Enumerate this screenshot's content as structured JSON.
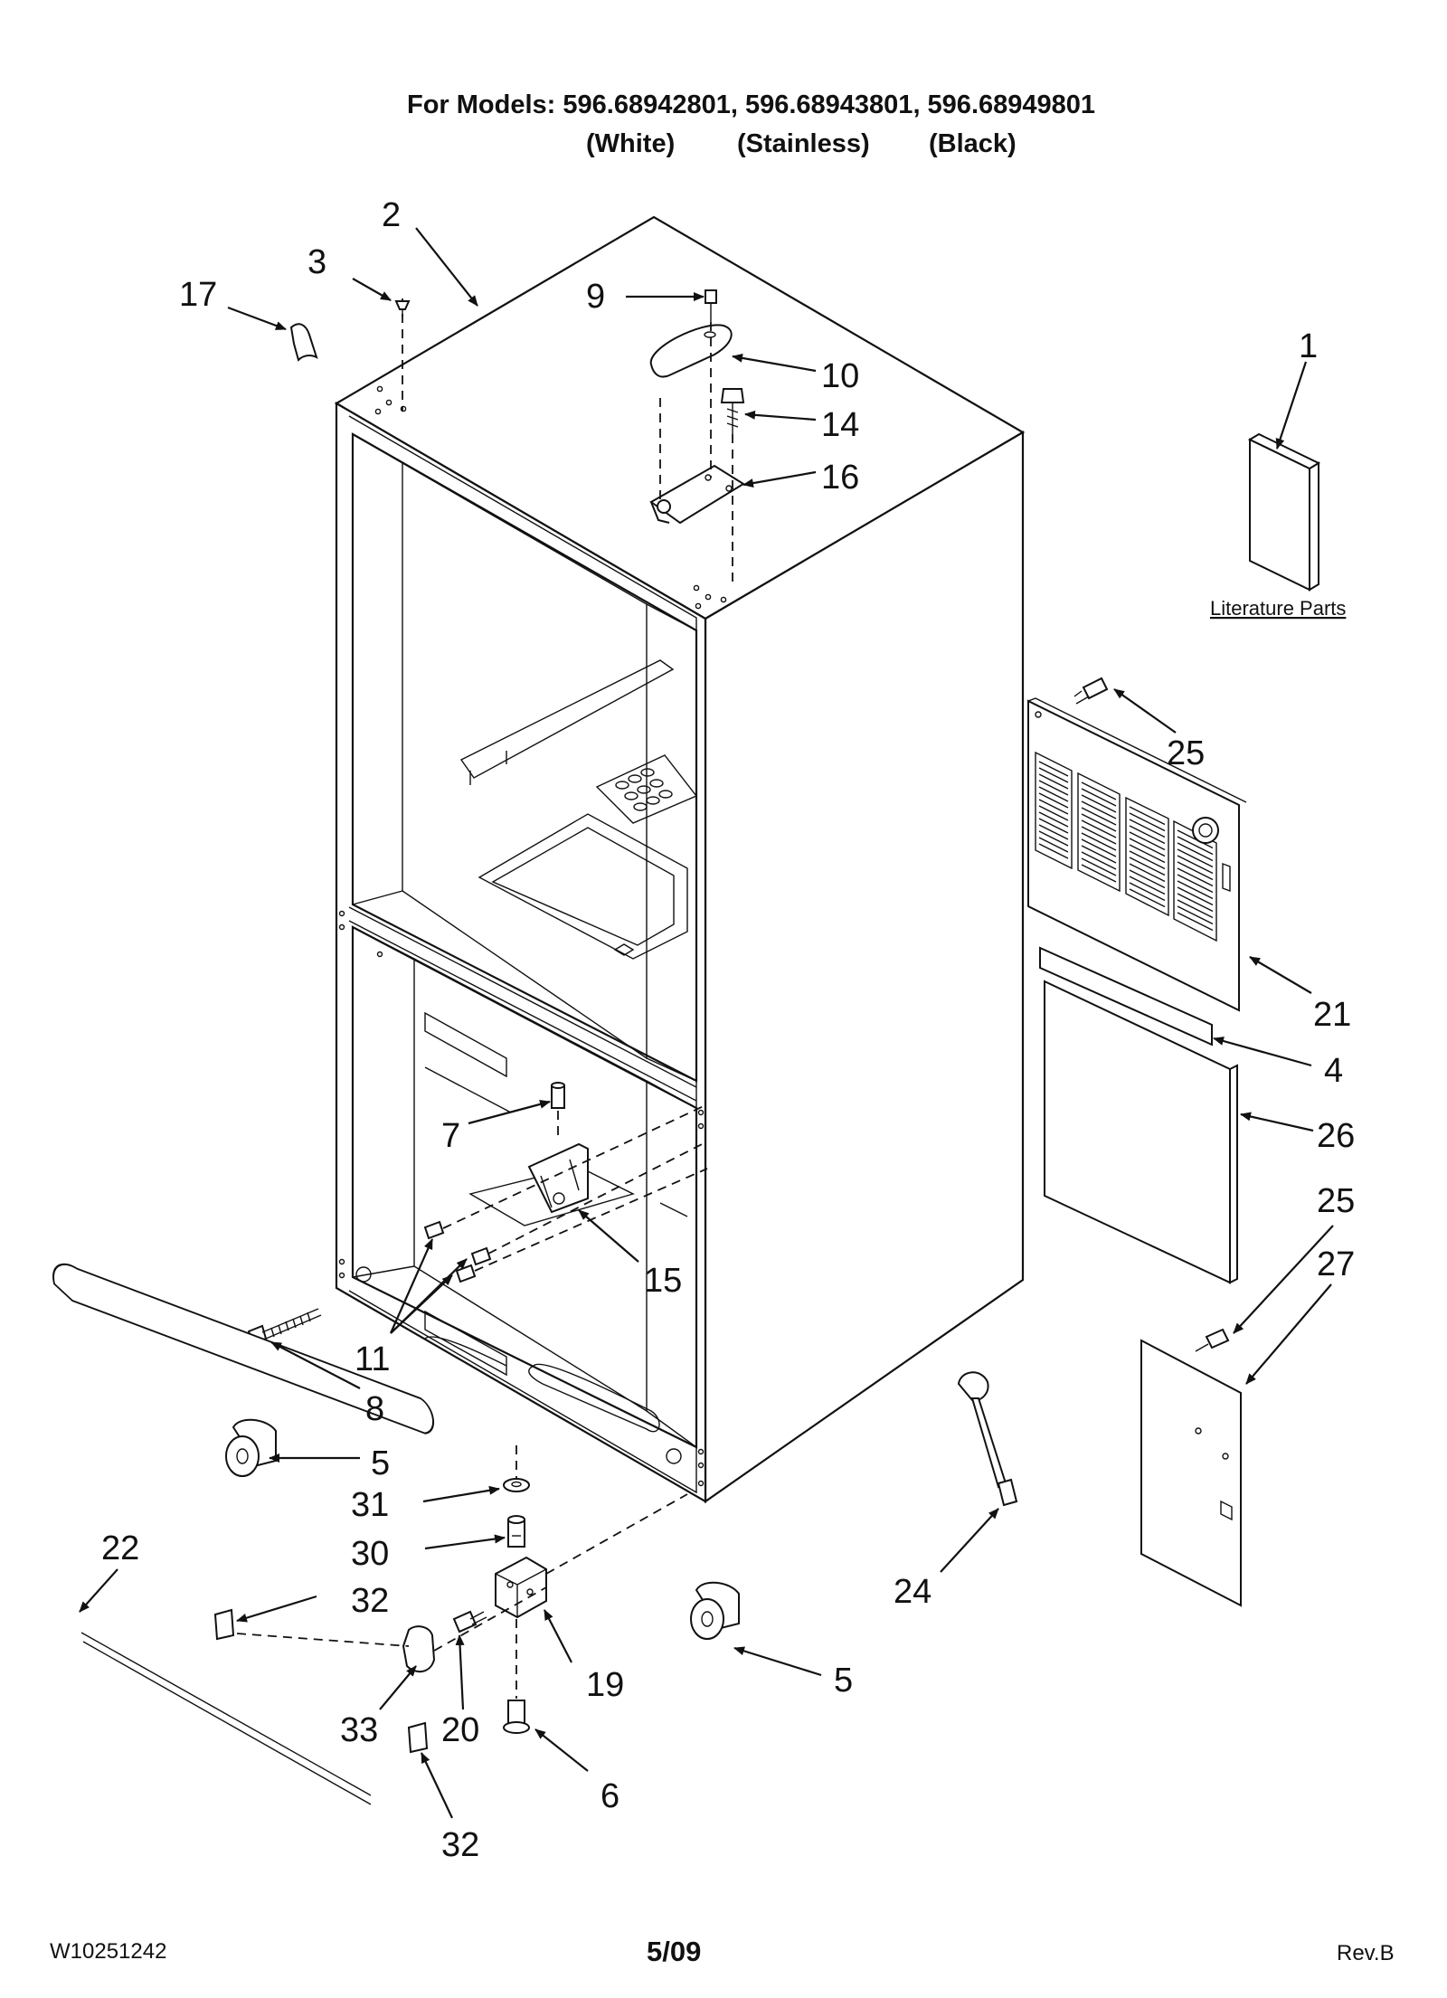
{
  "header": {
    "models_line": "For Models: 596.68942801, 596.68943801, 596.68949801",
    "variants": [
      "(White)",
      "(Stainless)",
      "(Black)"
    ]
  },
  "callouts": [
    "1",
    "2",
    "3",
    "4",
    "5",
    "5",
    "6",
    "7",
    "8",
    "9",
    "10",
    "11",
    "14",
    "15",
    "16",
    "17",
    "19",
    "20",
    "21",
    "22",
    "24",
    "25",
    "25",
    "26",
    "27",
    "30",
    "31",
    "32",
    "32",
    "33"
  ],
  "literature_label": "Literature Parts",
  "footer": {
    "doc_number": "W10251242",
    "date": "5/09",
    "revision": "Rev.B"
  }
}
